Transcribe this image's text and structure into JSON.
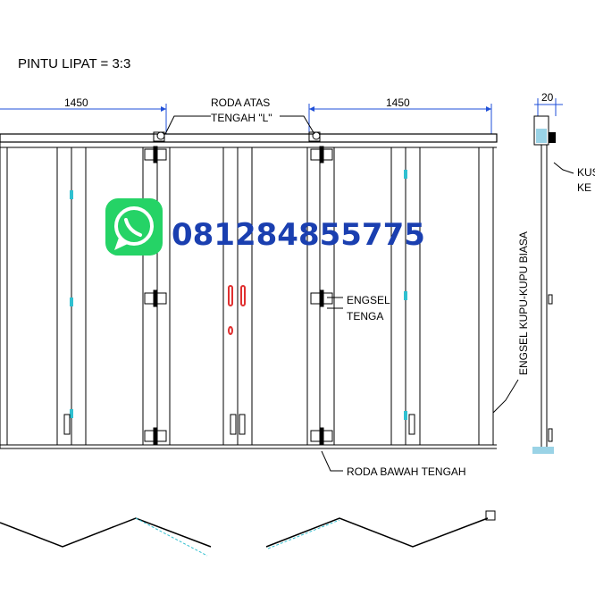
{
  "title": "PINTU LIPAT = 3:3",
  "dimensions": {
    "left_width": "1450",
    "right_width": "1450",
    "side_width": "20"
  },
  "labels": {
    "top_roller_line1": "RODA ATAS",
    "top_roller_line2": "TENGAH \"L\"",
    "hinge_line1": "ENGSEL",
    "hinge_line2": "TENGA",
    "butterfly_hinge": "ENGSEL KUPU-KUPU BIASA",
    "bottom_roller": "RODA BAWAH TENGAH",
    "side_label_line1": "KUS",
    "side_label_line2": "KE"
  },
  "contact": {
    "icon": "whatsapp-icon",
    "phone": "081284855775"
  },
  "colors": {
    "line": "#000000",
    "dimension": "#1f4fd8",
    "hinge_accent": "#30c0d0",
    "handle": "#e03030",
    "whatsapp_green": "#25d366",
    "phone_text": "#1a3fb0"
  }
}
